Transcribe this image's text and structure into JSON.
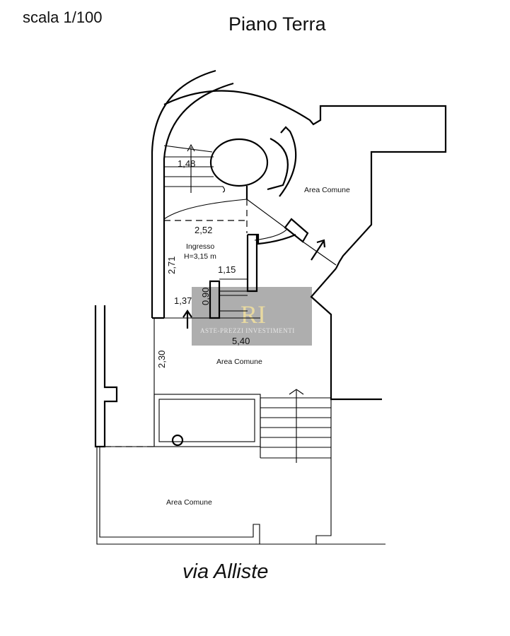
{
  "header": {
    "scale": "scala 1/100",
    "title": "Piano Terra"
  },
  "footer": {
    "street": "via Alliste"
  },
  "rooms": {
    "area_comune_top": "Area Comune",
    "ingresso": "Ingresso",
    "ingresso_height": "H=3,15 m",
    "area_comune_middle": "Area Comune",
    "area_comune_bottom": "Area Comune"
  },
  "dimensions": {
    "d1": "1,48",
    "d2": "2,52",
    "d3": "2,71",
    "d4": "1,15",
    "d5": "0,90",
    "d6": "1,37",
    "d7": "5,40",
    "d8": "2,30"
  },
  "watermark": {
    "logo": "RI",
    "text": "ASTE-PREZZI INVESTIMENTI"
  }
}
